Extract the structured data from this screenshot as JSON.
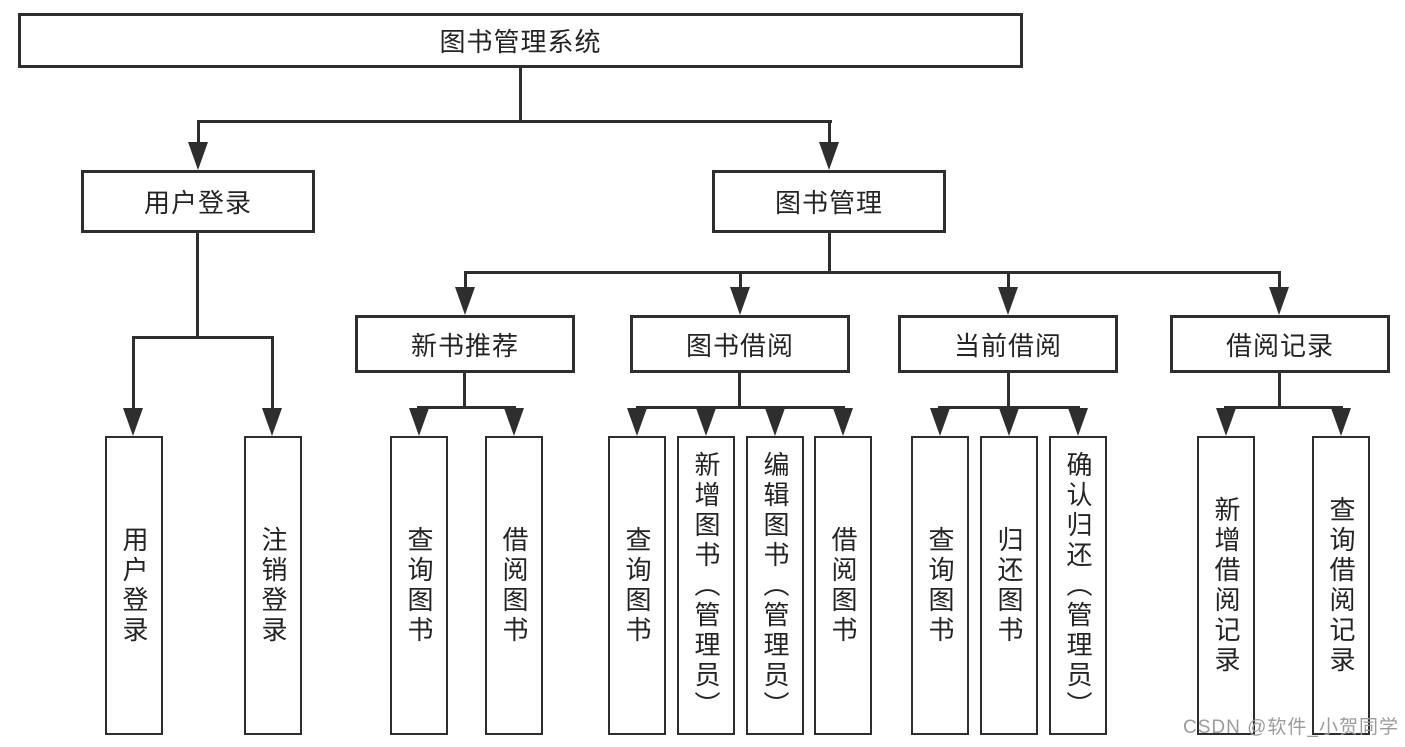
{
  "nodes": {
    "root": "图书管理系统",
    "level1": [
      "用户登录",
      "图书管理"
    ],
    "level2": [
      "新书推荐",
      "图书借阅",
      "当前借阅",
      "借阅记录"
    ],
    "leaves_login": [
      "用户登录",
      "注销登录"
    ],
    "leaves_newbook": [
      "查询图书",
      "借阅图书"
    ],
    "leaves_borrow": [
      "查询图书",
      "新增图书（管理员）",
      "编辑图书（管理员）",
      "借阅图书"
    ],
    "leaves_current": [
      "查询图书",
      "归还图书",
      "确认归还（管理员）"
    ],
    "leaves_records": [
      "新增借阅记录",
      "查询借阅记录"
    ]
  },
  "watermark": "CSDN @软件_小贺同学",
  "colors": {
    "line": "#2e2e2e",
    "text": "#242424",
    "watermark": "#9c9c9c",
    "background": "#ffffff"
  }
}
